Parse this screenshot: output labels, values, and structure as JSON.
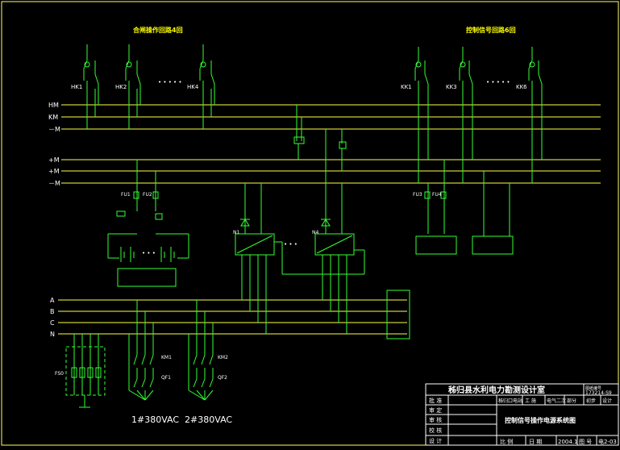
{
  "titles": {
    "left_group": "合闸操作回路4回",
    "right_group": "控制信号回路6回"
  },
  "buses": {
    "hm": "HM",
    "km": "KM",
    "neg_m_top": "－M",
    "pos_m1": "+M",
    "pos_m2": "+M",
    "neg_m_mid": "－M"
  },
  "phases": [
    "A",
    "B",
    "C",
    "N"
  ],
  "switches_left": [
    "HK1",
    "HK2",
    "HK4"
  ],
  "switches_right": [
    "KK1",
    "KK3",
    "KK6"
  ],
  "fuses": [
    "FU1",
    "FU2",
    "FU3",
    "FU4"
  ],
  "rectifiers": [
    "N1",
    "N4"
  ],
  "contactors": [
    "KM1",
    "KM2"
  ],
  "breakers": [
    "QF1",
    "QF2"
  ],
  "fuse_switch": "FS0",
  "supply_label": "1#380VAC  2#380VAC",
  "title_block": {
    "company": "秭归县水利电力勘测设计室",
    "drawing_no_label": "图纸编号",
    "drawing_no": "173214-S9",
    "rows": [
      "批 准",
      "审 定",
      "审 核",
      "校 核",
      "设 计"
    ],
    "project_label": "秭归口电站",
    "stage": "工 施",
    "category": "电气二次",
    "part_label": "部分",
    "stage2": "初步",
    "design": "设计",
    "drawing_title": "控制信号操作电源系统图",
    "footer_label1": "比 例",
    "footer_label2": "日 期",
    "footer_date": "2004.1",
    "footer_label3": "图 号",
    "footer_no": "电2-03"
  }
}
